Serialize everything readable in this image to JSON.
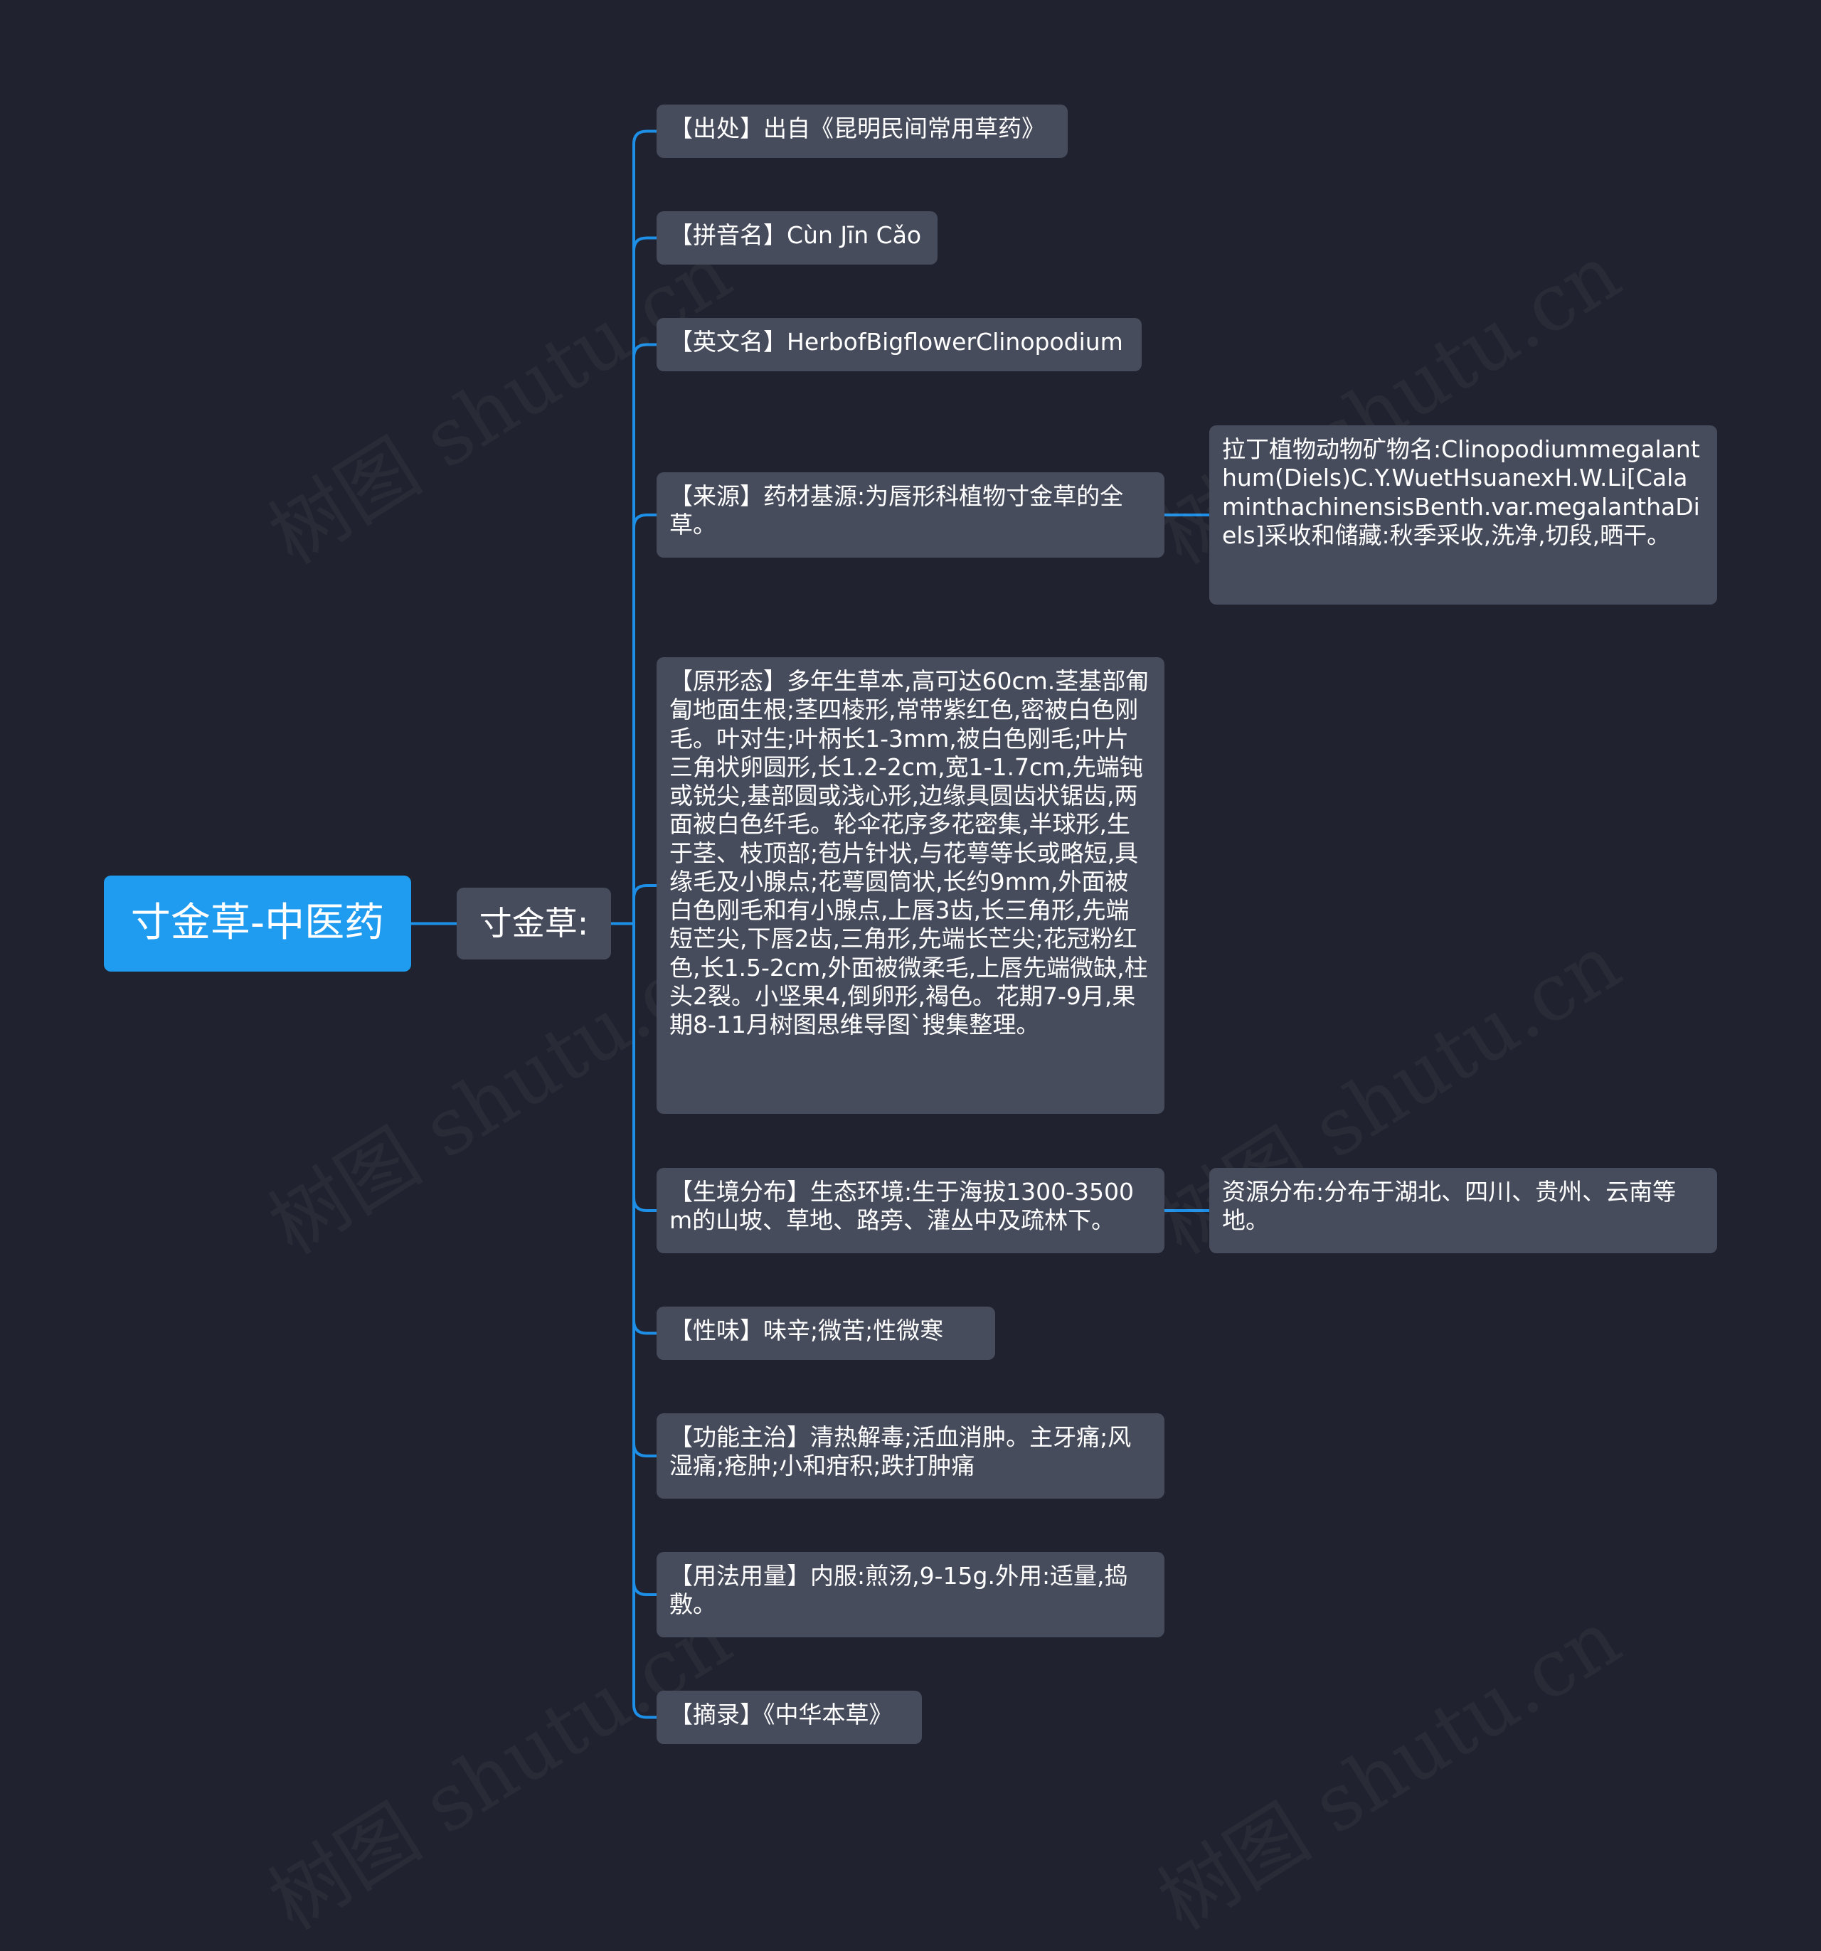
{
  "watermark_text": "树图 shutu.cn",
  "root": {
    "label": "寸金草-中医药"
  },
  "branch": {
    "label": "寸金草:"
  },
  "items": [
    {
      "label": "【出处】出自《昆明民间常用草药》",
      "children": []
    },
    {
      "label": "【拼音名】Cùn Jīn Cǎo",
      "children": []
    },
    {
      "label": "【英文名】HerbofBigflowerClinopodium",
      "children": []
    },
    {
      "label": "【来源】药材基源:为唇形科植物寸金草的全草。",
      "children": [
        {
          "label": "拉丁植物动物矿物名:Clinopodiummegalanthum(Diels)C.Y.WuetHsuanexH.W.Li[CalaminthachinensisBenth.var.megalanthaDiels]采收和储藏:秋季采收,洗净,切段,晒干。"
        }
      ]
    },
    {
      "label": "【原形态】多年生草本,高可达60cm.茎基部匍匐地面生根;茎四棱形,常带紫红色,密被白色刚毛。叶对生;叶柄长1-3mm,被白色刚毛;叶片三角状卵圆形,长1.2-2cm,宽1-1.7cm,先端钝或锐尖,基部圆或浅心形,边缘具圆齿状锯齿,两面被白色纤毛。轮伞花序多花密集,半球形,生于茎、枝顶部;苞片针状,与花萼等长或略短,具缘毛及小腺点;花萼圆筒状,长约9mm,外面被白色刚毛和有小腺点,上唇3齿,长三角形,先端短芒尖,下唇2齿,三角形,先端长芒尖;花冠粉红色,长1.5-2cm,外面被微柔毛,上唇先端微缺,柱头2裂。小坚果4,倒卵形,褐色。花期7-9月,果期8-11月树图思维导图`搜集整理。",
      "children": []
    },
    {
      "label": "【生境分布】生态环境:生于海拔1300-3500m的山坡、草地、路旁、灌丛中及疏林下。",
      "children": [
        {
          "label": "资源分布:分布于湖北、四川、贵州、云南等地。"
        }
      ]
    },
    {
      "label": "【性味】味辛;微苦;性微寒",
      "children": []
    },
    {
      "label": "【功能主治】清热解毒;活血消肿。主牙痛;风湿痛;疮肿;小和疳积;跌打肿痛",
      "children": []
    },
    {
      "label": "【用法用量】内服:煎汤,9-15g.外用:适量,捣敷。",
      "children": []
    },
    {
      "label": "【摘录】《中华本草》",
      "children": []
    }
  ],
  "colors": {
    "background": "#20232f",
    "root_fill": "#1f9cf0",
    "node_fill": "#474c5c",
    "connector": "#1e8fe6",
    "text": "#ffffff"
  }
}
